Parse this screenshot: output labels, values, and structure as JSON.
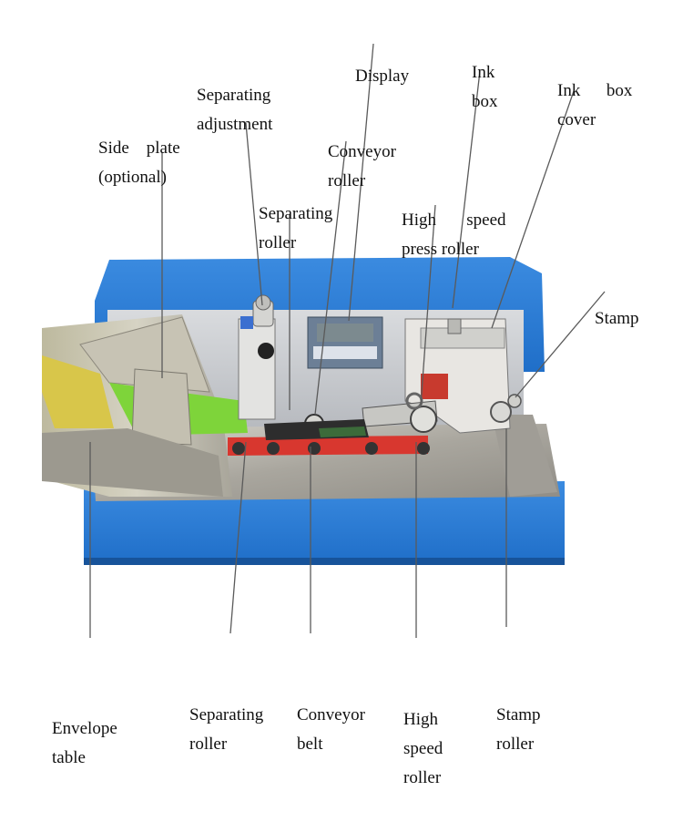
{
  "labels": {
    "separating_adjustment": [
      "Separating",
      "adjustment"
    ],
    "display": [
      "Display"
    ],
    "ink_box": [
      "Ink",
      "box"
    ],
    "ink_box_cover": [
      "Ink      box",
      "cover"
    ],
    "side_plate": [
      "Side    plate",
      "(optional)"
    ],
    "conveyor_roller_top": [
      "Conveyor",
      "roller"
    ],
    "separating_roller_top": [
      "Separating",
      "roller"
    ],
    "high_speed_press_roller": [
      "High       speed",
      "press roller"
    ],
    "stamp": [
      "Stamp"
    ],
    "envelope_table": [
      "Envelope",
      "table"
    ],
    "separating_roller_bottom": [
      "Separating",
      "roller"
    ],
    "conveyor_belt": [
      "Conveyor",
      "belt"
    ],
    "high_speed_roller": [
      "High",
      "speed",
      "roller"
    ],
    "stamp_roller": [
      "Stamp",
      "roller"
    ]
  },
  "colors": {
    "machine_blue": "#2f7fd6",
    "panel_grey": "#c9ccd0",
    "steel": "#b5b2aa",
    "green_card": "#7ed43a",
    "belt_red": "#d8372f",
    "lcd": "#7c8a8f"
  }
}
